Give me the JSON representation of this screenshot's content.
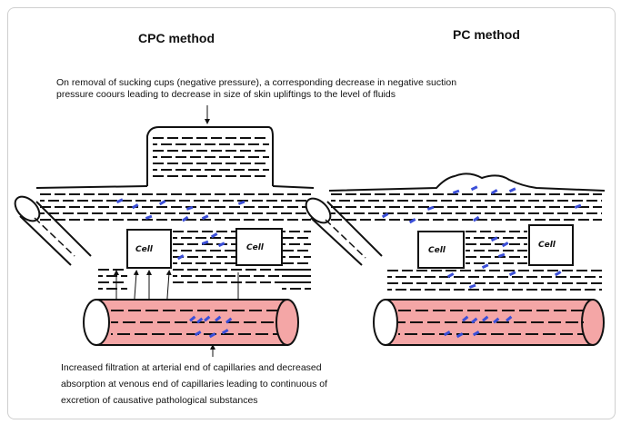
{
  "titles": {
    "left": "CPC method",
    "right": "PC method"
  },
  "top_note": {
    "line1": "On removal of sucking cups (negative pressure), a corresponding decrease in negative suction",
    "line2": "pressure coours leading to decrease in size of skin upliftings to the level of fluids"
  },
  "bottom_note": {
    "line1": "Increased filtration at arterial end of capillaries and  decreased",
    "line2": "absorption at venous end of capillaries leading to continuous of",
    "line3": "excretion of causative pathological substances"
  },
  "cell_label": "Cell",
  "colors": {
    "vessel_fill": "#f4a6a6",
    "vessel_stroke": "#222222",
    "particles": "#3b4fd8",
    "line": "#111111"
  }
}
